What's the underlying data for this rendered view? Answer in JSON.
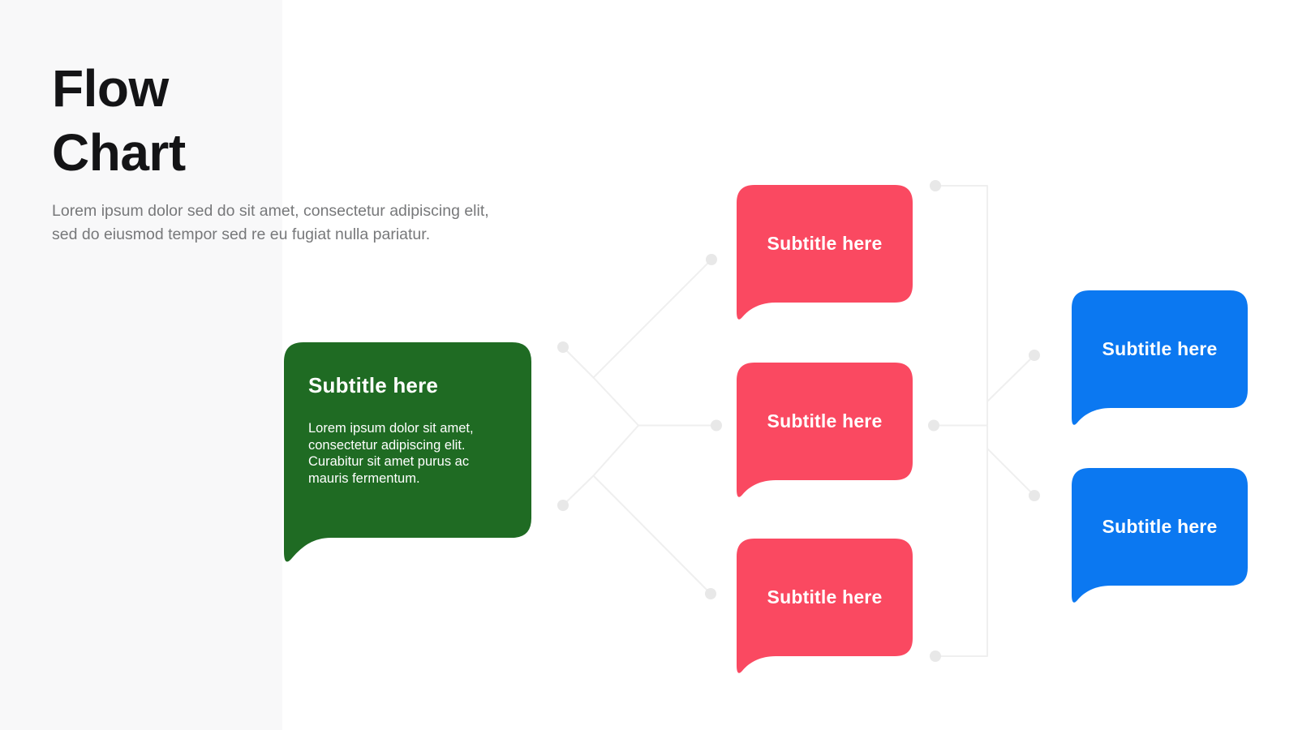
{
  "slide": {
    "title": "Flow Chart",
    "description": "Lorem ipsum dolor sed do sit amet, consectetur adipiscing elit, sed do eiusmod tempor sed re eu fugiat nulla pariatur."
  },
  "colors": {
    "accent_green": "#1f6b23",
    "accent_red": "#fa4961",
    "accent_blue": "#0b78f1",
    "sidebar_bg": "#f8f8f9",
    "connector_line": "#efefef",
    "connector_dot": "#e8e8e8",
    "heading_text": "#141416",
    "body_text": "#77787a"
  },
  "diagram": {
    "root": {
      "title": "Subtitle here",
      "body": "Lorem ipsum dolor sit amet, consectetur adipiscing elit. Curabitur sit amet purus ac mauris fermentum."
    },
    "level2": [
      {
        "label": "Subtitle here"
      },
      {
        "label": "Subtitle here"
      },
      {
        "label": "Subtitle here"
      }
    ],
    "level3": [
      {
        "label": "Subtitle here"
      },
      {
        "label": "Subtitle here"
      }
    ]
  }
}
